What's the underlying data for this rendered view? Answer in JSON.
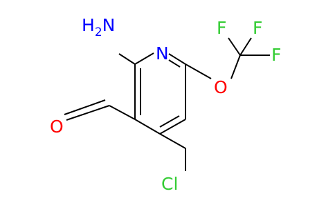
{
  "molecule": {
    "atoms": {
      "amino_label": "H",
      "amino_subscript": "2",
      "amino_suffix": "N",
      "ring_n": "N",
      "ether_o": "O",
      "aldehyde_o": "O",
      "f_left": "F",
      "f_right": "F",
      "f_lower": "F",
      "chlorine": "Cl"
    },
    "colors": {
      "bond": "#000000",
      "nitrogen": "#0000ff",
      "oxygen": "#ff0000",
      "fluorine": "#33cc33",
      "chlorine": "#33cc33"
    }
  }
}
